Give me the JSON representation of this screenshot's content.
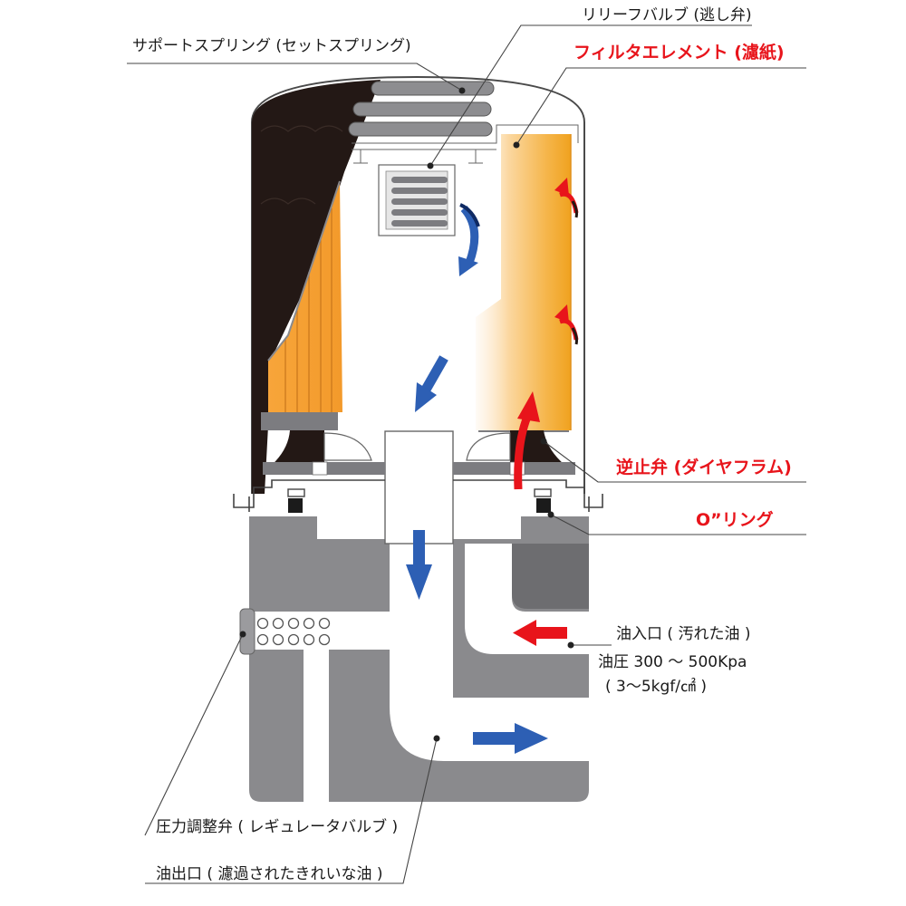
{
  "labels": {
    "relief_valve": "リリーフバルブ (逃し弁)",
    "support_spring": "サポートスプリング (セットスプリング)",
    "filter_element": "フィルタエレメント (濾紙)",
    "check_valve": "逆止弁 (ダイヤフラム)",
    "o_ring": "O”リング",
    "oil_inlet": "油入口 ( 汚れた油 )",
    "oil_pressure": "油圧 300 ～ 500Kpa",
    "pressure_kgf": "( 3～5kgf/㎠ )",
    "regulator_valve": "圧力調整弁 ( レギュレータバルブ )",
    "oil_outlet": "油出口 ( 濾過されたきれいな油 )"
  },
  "colors": {
    "label_red": "#e8141b",
    "flow_blue": "#2d5fb4",
    "flow_red": "#e8141b",
    "filter_orange": "#f5a623",
    "housing_dark": "#231815",
    "block_gray": "#8a8a8d"
  }
}
